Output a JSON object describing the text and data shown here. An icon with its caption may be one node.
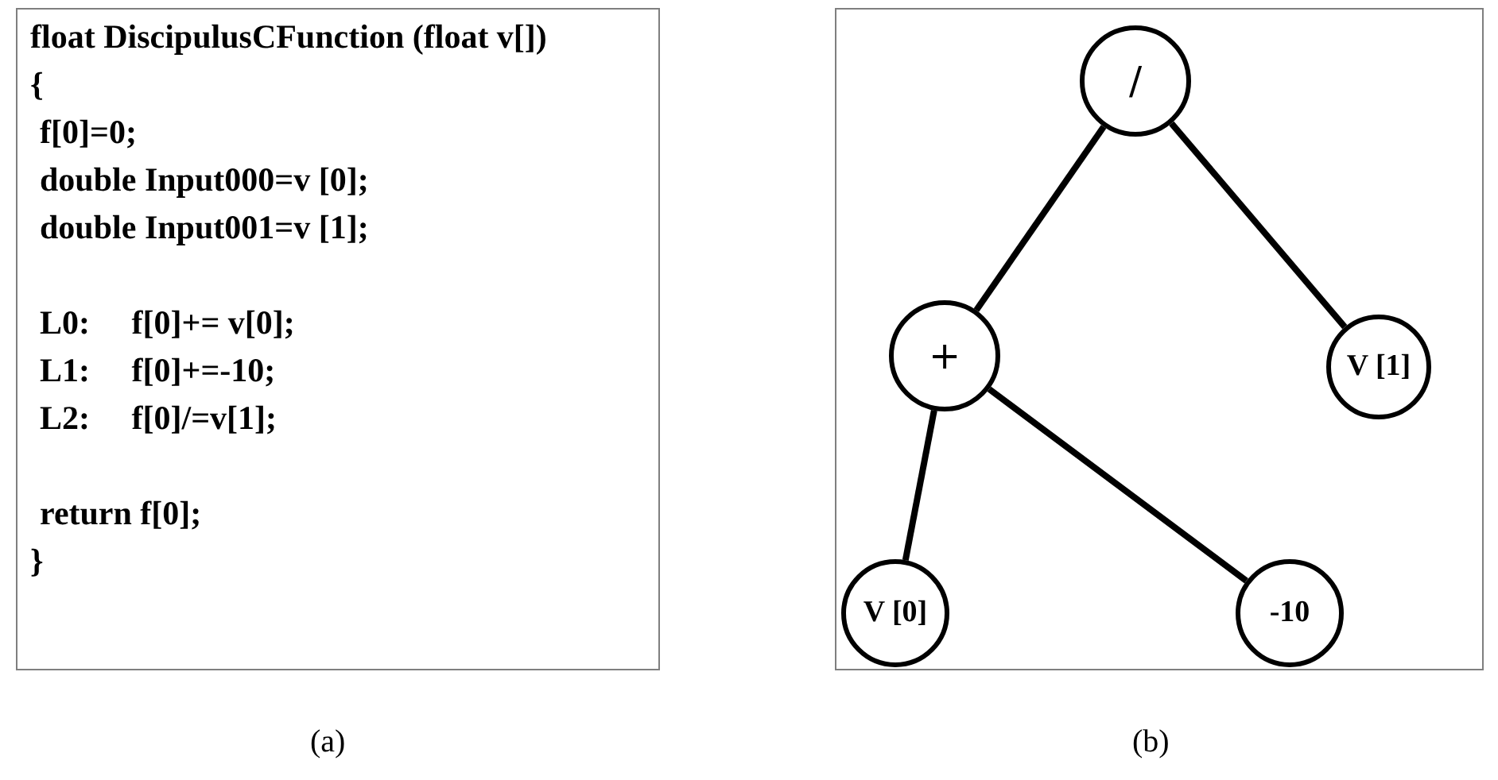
{
  "diagram": {
    "nodes": [
      {
        "text": [
          "float DiscipulusCFunction (float v[])",
          "{",
          "f[0]=0;",
          "double Input000=v [0];",
          "double Input001=v [1];",
          "L0:     f[0]+= v[0];",
          "L1:     f[0]+=-10;",
          "L2:     f[0]/=v[1];",
          "return f[0];",
          "}"
        ]
      },
      {
        "text": [],
        "shape": "box"
      },
      {
        "text": [
          "/"
        ],
        "in": 1
      },
      {
        "text": [
          "+"
        ],
        "in": 1
      },
      {
        "text": [
          "V [1]"
        ],
        "in": 1
      },
      {
        "text": [
          "V [0]"
        ],
        "in": 1
      },
      {
        "text": [
          "-10"
        ],
        "in": 1
      }
    ],
    "edges": [
      {
        "from": 2,
        "to": 3,
        "arrow": "none"
      },
      {
        "from": 2,
        "to": 4,
        "arrow": "none"
      },
      {
        "from": 3,
        "to": 5,
        "arrow": "none"
      },
      {
        "from": 3,
        "to": 6,
        "arrow": "none"
      }
    ],
    "labels": [
      "(a)",
      "(b)"
    ]
  }
}
